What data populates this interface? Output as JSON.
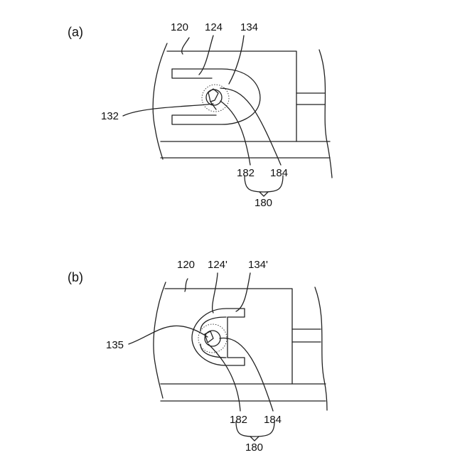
{
  "panel_a": {
    "panel_label": "(a)",
    "refs": {
      "r120": "120",
      "r124": "124",
      "r134": "134",
      "r132": "132",
      "r182": "182",
      "r184": "184",
      "r180": "180"
    }
  },
  "panel_b": {
    "panel_label": "(b)",
    "refs": {
      "r120": "120",
      "r124": "124'",
      "r134": "134'",
      "r135": "135",
      "r182": "182",
      "r184": "184",
      "r180": "180"
    }
  }
}
